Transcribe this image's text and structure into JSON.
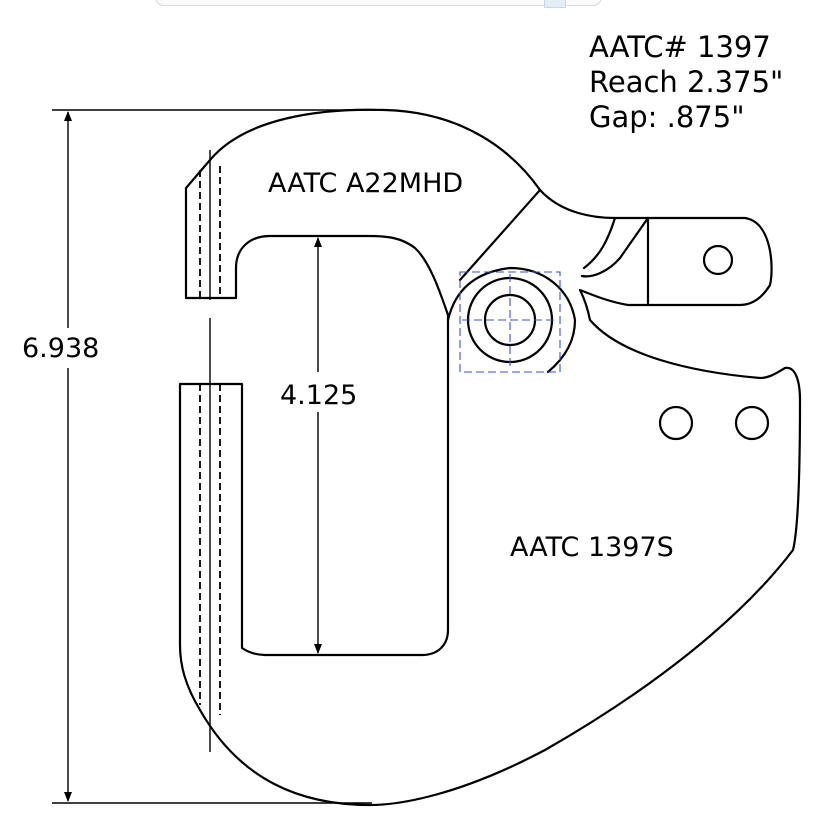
{
  "title_block": {
    "part_number": "AATC# 1397",
    "reach": "Reach 2.375\"",
    "gap": "Gap: .875\""
  },
  "labels": {
    "upper_jaw": "AATC A22MHD",
    "lower_body": "AATC 1397S"
  },
  "dimensions": {
    "overall_height": "6.938",
    "throat_depth": "4.125"
  },
  "colors": {
    "line": "#000000",
    "center_mark": "#3a4fd0",
    "background": "#ffffff"
  }
}
